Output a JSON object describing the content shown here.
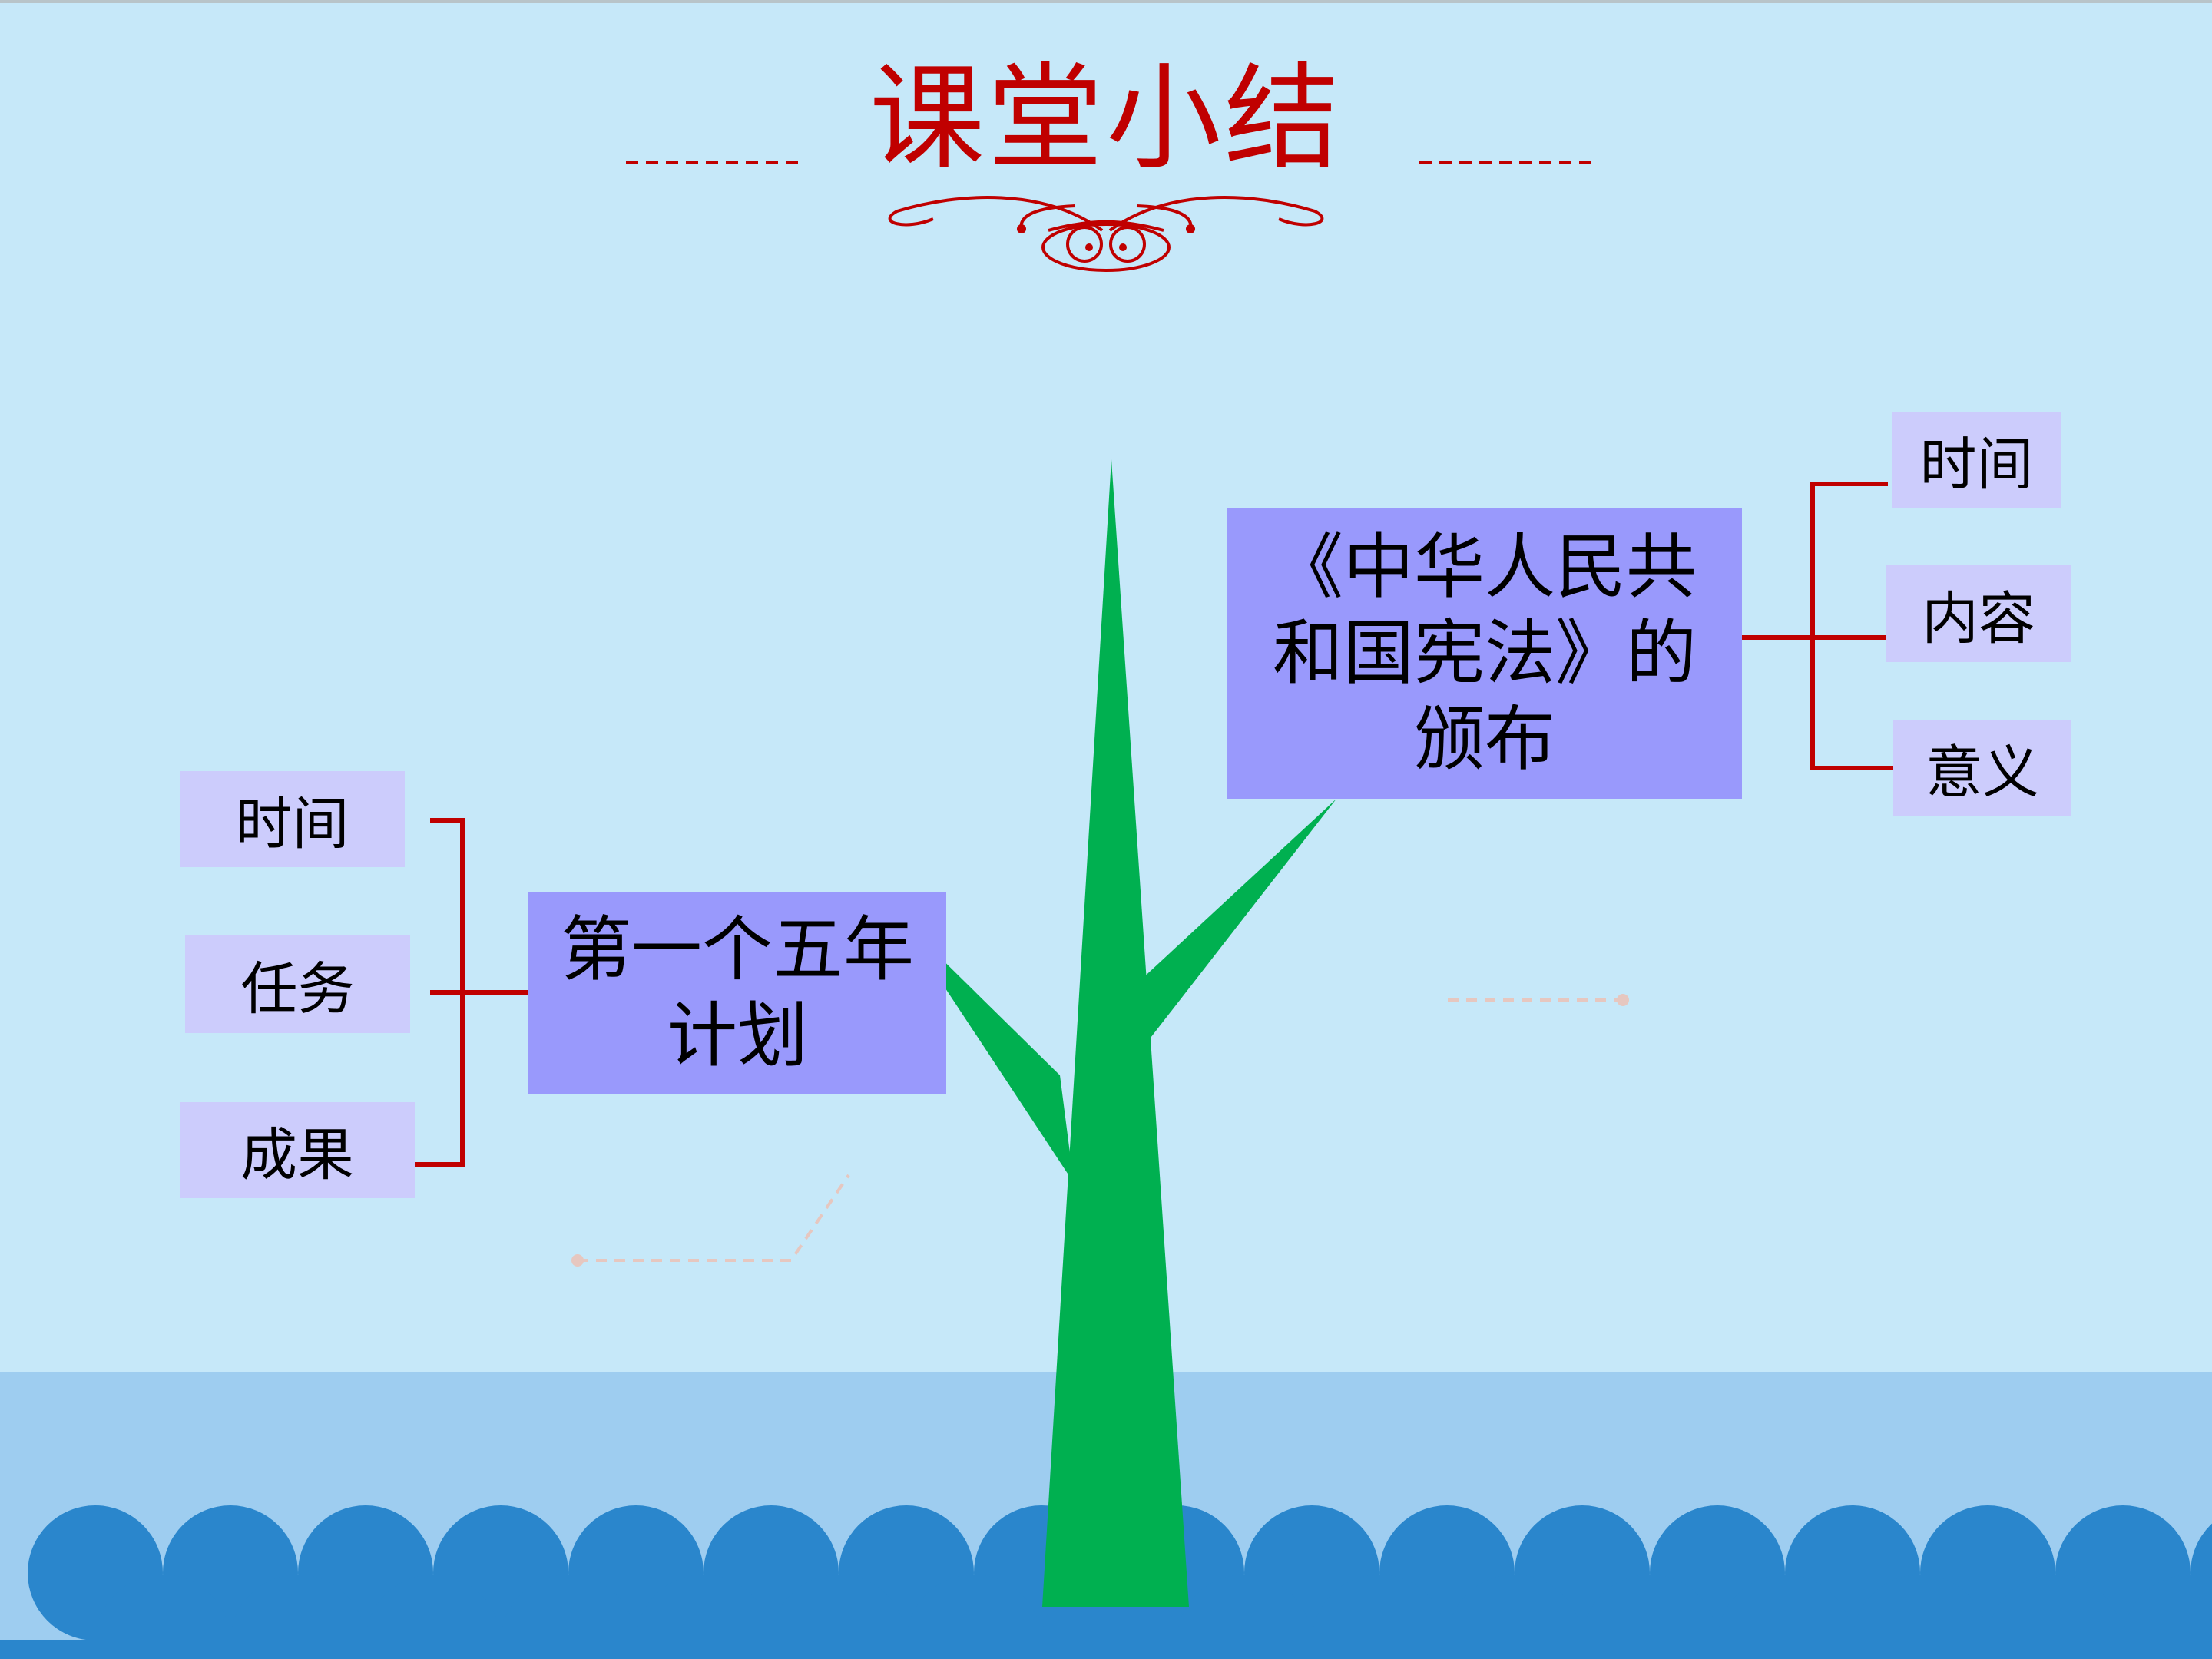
{
  "title": "课堂小结",
  "main_topics": {
    "plan": "第一个五年计划",
    "constitution": "《中华人民共和国宪法》的颁布"
  },
  "plan_leaves": [
    "时间",
    "任务",
    "成果"
  ],
  "constitution_leaves": [
    "时间",
    "内容",
    "意义"
  ],
  "colors": {
    "background": "#c6e8f9",
    "title": "#c00000",
    "connector": "#c00000",
    "topic_box": "#9999fc",
    "leaf_box": "#ccccfc",
    "trunk": "#00b050",
    "water_band": "#9ecdf0",
    "waves": "#2a86cc"
  },
  "icons": [
    "flourish-ornament-icon",
    "tree-trunk-icon",
    "wave-pattern-icon"
  ]
}
